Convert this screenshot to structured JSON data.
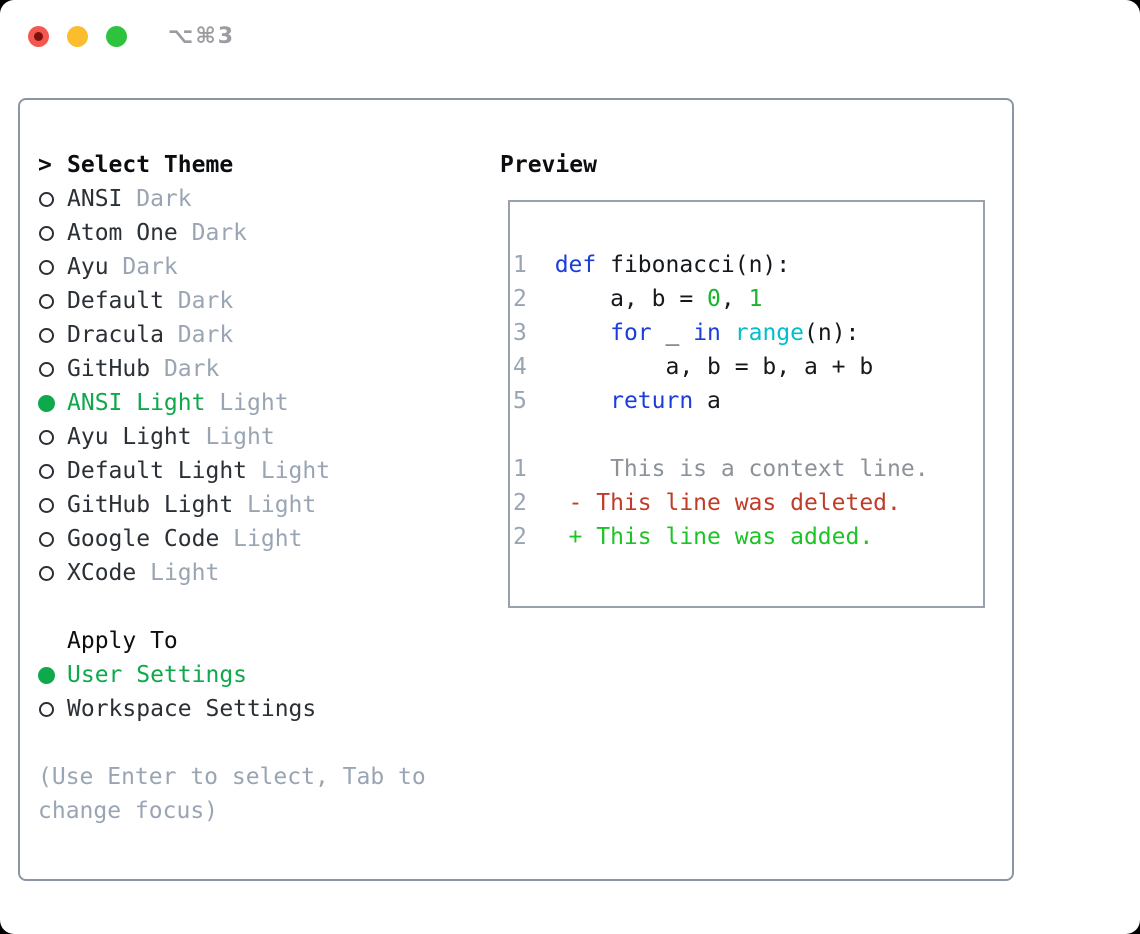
{
  "window": {
    "title": "⌥⌘3"
  },
  "colors": {
    "ui_green": "#0fa84b",
    "keyword_blue": "#1b3ed9",
    "function_cyan": "#00bfca",
    "number_green": "#19b32e",
    "added_green": "#1cc426",
    "deleted_red": "#c23b28",
    "context_gray": "#8d9299",
    "line_number_gray": "#9aa5b4",
    "muted_gray": "#9aa5b4",
    "panel_border": "#8b96a4",
    "traffic_red": "#f4574d",
    "traffic_yellow": "#fbbd2d",
    "traffic_green": "#2ec23e"
  },
  "theme_selector": {
    "prompt": ">",
    "title": "Select Theme",
    "items": [
      {
        "name": "ANSI",
        "variant": "Dark",
        "selected": false
      },
      {
        "name": "Atom One",
        "variant": "Dark",
        "selected": false
      },
      {
        "name": "Ayu",
        "variant": "Dark",
        "selected": false
      },
      {
        "name": "Default",
        "variant": "Dark",
        "selected": false
      },
      {
        "name": "Dracula",
        "variant": "Dark",
        "selected": false
      },
      {
        "name": "GitHub",
        "variant": "Dark",
        "selected": false
      },
      {
        "name": "ANSI Light",
        "variant": "Light",
        "selected": true
      },
      {
        "name": "Ayu Light",
        "variant": "Light",
        "selected": false
      },
      {
        "name": "Default Light",
        "variant": "Light",
        "selected": false
      },
      {
        "name": "GitHub Light",
        "variant": "Light",
        "selected": false
      },
      {
        "name": "Google Code",
        "variant": "Light",
        "selected": false
      },
      {
        "name": "XCode",
        "variant": "Light",
        "selected": false
      }
    ]
  },
  "preview": {
    "title": "Preview",
    "lines": [
      {
        "ln": "1",
        "segments": [
          {
            "t": "  ",
            "c": "fg"
          },
          {
            "t": "def",
            "c": "kw"
          },
          {
            "t": " fibonacci(n):",
            "c": "fg"
          }
        ]
      },
      {
        "ln": "2",
        "segments": [
          {
            "t": "      a, b = ",
            "c": "fg"
          },
          {
            "t": "0",
            "c": "num"
          },
          {
            "t": ", ",
            "c": "fg"
          },
          {
            "t": "1",
            "c": "num"
          }
        ]
      },
      {
        "ln": "3",
        "segments": [
          {
            "t": "      ",
            "c": "fg"
          },
          {
            "t": "for",
            "c": "kw"
          },
          {
            "t": " _ ",
            "c": "fg"
          },
          {
            "t": "in",
            "c": "kw"
          },
          {
            "t": " ",
            "c": "fg"
          },
          {
            "t": "range",
            "c": "fn"
          },
          {
            "t": "(n):",
            "c": "fg"
          }
        ]
      },
      {
        "ln": "4",
        "segments": [
          {
            "t": "          a, b = b, a + b",
            "c": "fg"
          }
        ]
      },
      {
        "ln": "5",
        "segments": [
          {
            "t": "      ",
            "c": "fg"
          },
          {
            "t": "return",
            "c": "kw"
          },
          {
            "t": " a",
            "c": "fg"
          }
        ]
      },
      {
        "ln": "",
        "segments": []
      },
      {
        "ln": "1",
        "segments": [
          {
            "t": "      This is a context line.",
            "c": "ctx"
          }
        ]
      },
      {
        "ln": "2",
        "segments": [
          {
            "t": "   ",
            "c": "fg"
          },
          {
            "t": "- This line was deleted.",
            "c": "del"
          }
        ]
      },
      {
        "ln": "2",
        "segments": [
          {
            "t": "   ",
            "c": "fg"
          },
          {
            "t": "+ This line was added.",
            "c": "add"
          }
        ]
      }
    ]
  },
  "apply_to": {
    "title": "Apply To",
    "options": [
      {
        "label": "User Settings",
        "selected": true
      },
      {
        "label": "Workspace Settings",
        "selected": false
      }
    ]
  },
  "help": {
    "text": "(Use Enter to select, Tab to change focus)"
  }
}
